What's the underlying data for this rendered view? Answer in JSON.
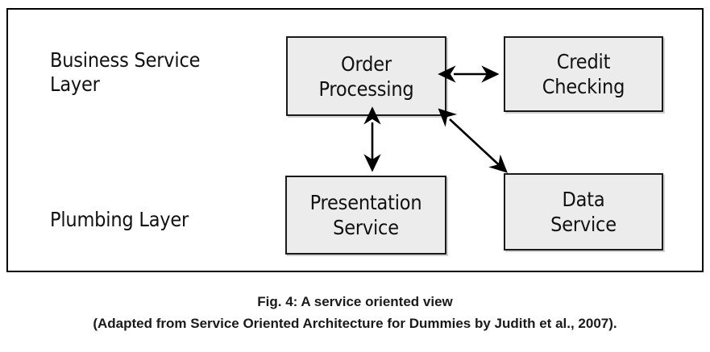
{
  "figure": {
    "layers": [
      {
        "id": "business",
        "label": "Business Service\nLayer"
      },
      {
        "id": "plumbing",
        "label": "Plumbing Layer"
      }
    ],
    "boxes": [
      {
        "id": "order",
        "label": "Order\nProcessing",
        "fill": "#ececec",
        "stroke": "#1a1a1a"
      },
      {
        "id": "credit",
        "label": "Credit\nChecking",
        "fill": "#ececec",
        "stroke": "#1a1a1a"
      },
      {
        "id": "presentation",
        "label": "Presentation\nService",
        "fill": "#ececec",
        "stroke": "#1a1a1a"
      },
      {
        "id": "data",
        "label": "Data\nService",
        "fill": "#ececec",
        "stroke": "#1a1a1a"
      }
    ],
    "connectors": [
      {
        "id": "order-credit",
        "from": "order",
        "to": "credit",
        "style": "double-headed",
        "orientation": "horizontal"
      },
      {
        "id": "order-presentation",
        "from": "order",
        "to": "presentation",
        "style": "double-headed",
        "orientation": "vertical"
      },
      {
        "id": "order-data",
        "from": "order",
        "to": "data",
        "style": "double-headed",
        "orientation": "diagonal"
      }
    ],
    "frame": {
      "border_color": "#000000"
    }
  },
  "caption": {
    "line1": "Fig. 4: A service oriented view",
    "line2": "(Adapted from Service Oriented Architecture for Dummies by Judith et al., 2007)."
  }
}
